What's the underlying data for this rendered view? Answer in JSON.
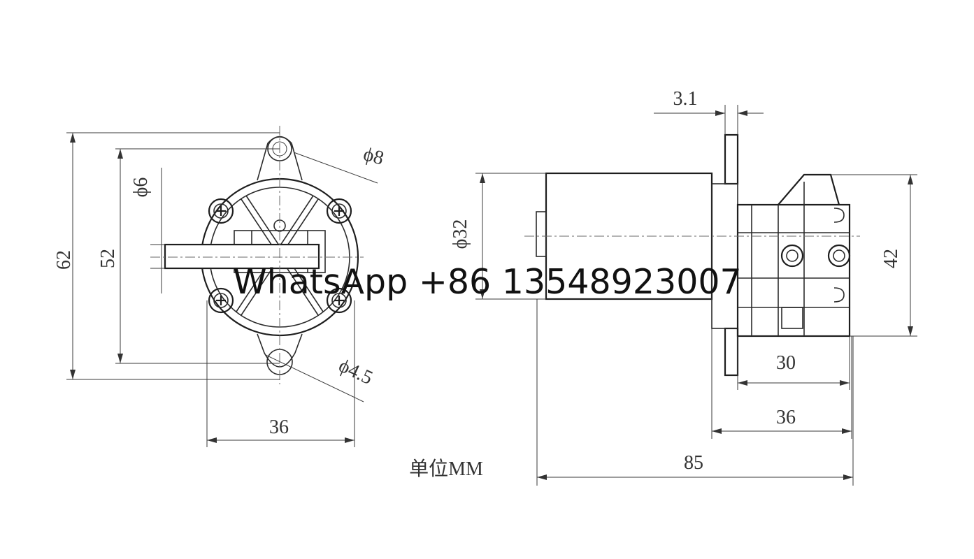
{
  "drawing": {
    "front_view": {
      "dim_overall_height": "62",
      "dim_mount_pitch": "52",
      "dim_shaft_dia": "ϕ6",
      "dim_top_hole": "ϕ8",
      "dim_bottom_hole": "ϕ4.5",
      "dim_width": "36"
    },
    "side_view": {
      "dim_flange": "3.1",
      "dim_motor_dia": "ϕ32",
      "dim_pump_height": "42",
      "dim_pump_inner": "30",
      "dim_pump_len": "36",
      "dim_total_len": "85"
    },
    "unit_label": "单位MM"
  },
  "watermark": "WhatsApp +86 13548923007"
}
